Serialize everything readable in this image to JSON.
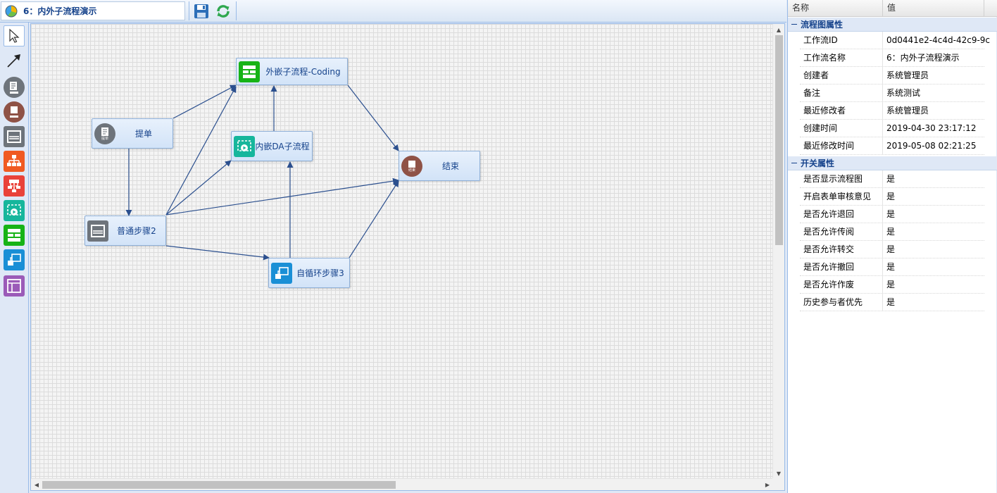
{
  "window": {
    "title": "6：内外子流程演示"
  },
  "toolbar": {
    "save": "save-icon",
    "refresh": "refresh-icon"
  },
  "palette": [
    {
      "name": "pointer-tool",
      "icon": "cursor-icon"
    },
    {
      "name": "connector-tool",
      "icon": "arrow-icon"
    },
    {
      "name": "start-node-tool",
      "icon": "form-icon",
      "caption": "提单"
    },
    {
      "name": "end-node-tool",
      "icon": "stop-icon",
      "caption": "结束"
    },
    {
      "name": "normal-step-tool",
      "icon": "monitor-icon"
    },
    {
      "name": "branch-tool",
      "icon": "org-chart-icon"
    },
    {
      "name": "parallel-tool",
      "icon": "hierarchy-icon"
    },
    {
      "name": "inner-subflow-tool",
      "icon": "play-icon"
    },
    {
      "name": "outer-subflow-tool",
      "icon": "flowchart-icon"
    },
    {
      "name": "loop-step-tool",
      "icon": "loop-icon"
    },
    {
      "name": "layout-tool",
      "icon": "layout-icon"
    }
  ],
  "nodes": {
    "start": {
      "label": "提单",
      "badge": "提单"
    },
    "outer_subflow": {
      "label": "外嵌子流程-Coding"
    },
    "inner_subflow": {
      "label": "内嵌DA子流程"
    },
    "end": {
      "label": "结束",
      "badge": "结束"
    },
    "normal_step": {
      "label": "普通步骤2"
    },
    "loop_step": {
      "label": "自循环步骤3"
    }
  },
  "properties": {
    "header": {
      "name": "名称",
      "value": "值"
    },
    "groups": [
      {
        "title": "流程图属性",
        "rows": [
          {
            "key": "工作流ID",
            "value": "0d0441e2-4c4d-42c9-9c"
          },
          {
            "key": "工作流名称",
            "value": "6：内外子流程演示"
          },
          {
            "key": "创建者",
            "value": "系统管理员"
          },
          {
            "key": "备注",
            "value": "系统测试"
          },
          {
            "key": "最近修改者",
            "value": "系统管理员"
          },
          {
            "key": "创建时间",
            "value": "2019-04-30 23:17:12"
          },
          {
            "key": "最近修改时间",
            "value": "2019-05-08 02:21:25"
          }
        ]
      },
      {
        "title": "开关属性",
        "rows": [
          {
            "key": "是否显示流程图",
            "value": "是"
          },
          {
            "key": "开启表单审核意见",
            "value": "是"
          },
          {
            "key": "是否允许退回",
            "value": "是"
          },
          {
            "key": "是否允许传阅",
            "value": "是"
          },
          {
            "key": "是否允许转交",
            "value": "是"
          },
          {
            "key": "是否允许撤回",
            "value": "是"
          },
          {
            "key": "是否允许作废",
            "value": "是"
          },
          {
            "key": "历史参与者优先",
            "value": "是"
          }
        ]
      }
    ]
  },
  "colors": {
    "accent": "#15428b",
    "node_bg": "#d2e3f8",
    "edge": "#2b4f8e",
    "green": "#16b316",
    "teal": "#16b69c",
    "orange": "#f05a22",
    "red": "#e9423a",
    "blue": "#1a8fd6",
    "purple": "#9b5bb8",
    "grey": "#6e747b",
    "brown": "#8f5246"
  }
}
